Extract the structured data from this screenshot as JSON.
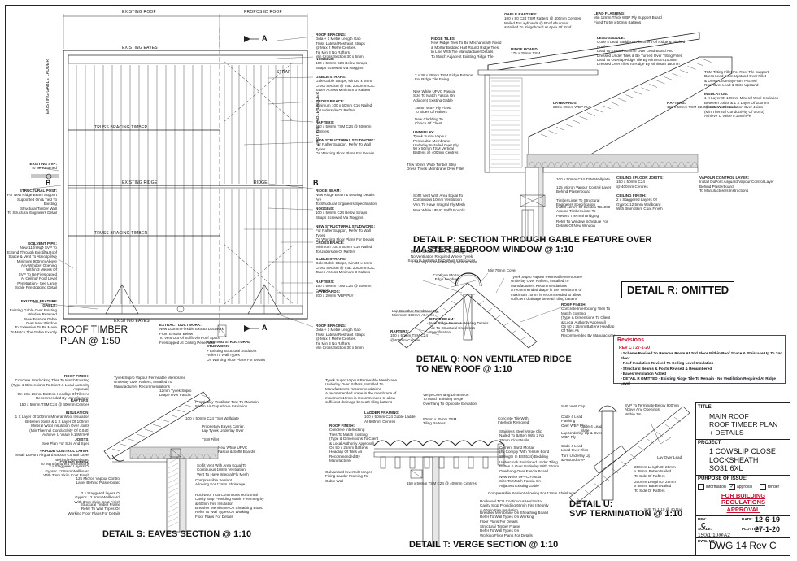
{
  "plan": {
    "existing_roof": "EXISTING ROOF",
    "proposed_roof": "PROPOSED ROOF",
    "existing_eaves_top": "EXISTING EAVES",
    "existing_eaves_bottom": "EXISTING EAVES",
    "existing_gable_ladder": "EXISTING GABLE LADDER",
    "existing_trusses": "EXISTING TRUSS",
    "truss_bracing_top": "TRUSS BRACING TIMBER",
    "truss_bracing_bottom": "TRUSS BRACING TIMBER",
    "existing_ridge": "EXISTING RIDGE",
    "ridge": "RIDGE",
    "strap": "STRAP",
    "section_a": "A",
    "section_b": "B",
    "title": "ROOF TIMBER\nPLAN @ 1:50"
  },
  "plan_notes_left": [
    {
      "label": "EXISTING SVP:",
      "text": "To Be Retained"
    },
    {
      "label": "STRUCTURAL POST:",
      "text": "For New Ridge Beam Support\nSupported On & Tied To Existing\nStructural Timber Wall\nTo Structural Engineers Detail"
    },
    {
      "label": "SOILVENT PIPE:",
      "text": "New 110mmØ SVP To\nExtend Through Existing Roof\nSpace & Vent To Atmosphere\nMinimum 900mm Above\nAny Window Opening\nWithin 3 Meters Of\nSVP To Be Fireslopped\nAt Ceiling/ Roof Level\nPenetration - See Large\nScale Firestopping Detail"
    },
    {
      "label": "EXISTING FEATURE GABLE:",
      "text": "Existing Gable Over Existing\nWindow Retained\nNew Feature Gable\nOver New Window\nTo Extension To Be Made\nTo Match The Gable Exactly"
    }
  ],
  "plan_notes_right": [
    {
      "label": "ROOF BRACING:",
      "text": "Dida + 1 Metre Length Gab\nTruss Lateral Restraint Straps\n@ Max 2 Metre Centres.\nTie Min 3 No Rafters\nMin Cross Section 30 x 5mm"
    },
    {
      "label": "NOGGINS:",
      "text": "100 x 50mm C24 Below Straps\nStraps Screwed Via Noggins"
    },
    {
      "label": "GABLE STRAPS:",
      "text": "Gale Gable Straps, Min 30 x 5mm\nCross Section @ max 2000mm C/C\nTaken Across Minimum 3 Rafters"
    },
    {
      "label": "CROSS BRACE:",
      "text": "Minimum 100 x 50mm C16 Nailed\nTo Underside Of Rafters"
    },
    {
      "label": "RAFTERS:",
      "text": "150 x 50mm TSM C24 @ 400mm Centres"
    },
    {
      "label": "NEW STRUCTURAL STUDWORK:",
      "text": "For Rafter Support, Refer To Wall Types\nOn Working Floor Plans For Details"
    },
    {
      "label": "RIDGE BEAM:",
      "text": "New Ridge Beam & Bearing Details Are\nTo Structural Engineers Specification"
    },
    {
      "label": "NOGGINS:",
      "text": "100 x 50mm C24 Below Straps\nStraps Screwed Via Noggins"
    },
    {
      "label": "NEW STRUCTURAL STUDWORK:",
      "text": "For Rafter Support, Refer To Wall Types\nOn Working Floor Plans For Details"
    },
    {
      "label": "CROSS BRACE:",
      "text": "Minimum 100 x 50mm C16 Nailed\nTo Underside Of Rafters"
    },
    {
      "label": "GABLE STRAPS:",
      "text": "Gale Gable Straps, Min 30 x 5mm\nCross Section @ max 2000mm C/C\nTaken Across Minimum 3 Rafters"
    },
    {
      "label": "RAFTERS:",
      "text": "150 x 50mm TSM C24 @ 400mm Centres"
    },
    {
      "label": "LAYBOARDS:",
      "text": "200 x 20mm WBP PLY"
    },
    {
      "label": "ROOF BRACING:",
      "text": "Dida + 1 Metre Length Gab\nTruss Lateral Restraint Straps\n@ Max 2 Metre Centres.\nTie Min 3 No Rafters\nMin Cross Section 30 x 5mm"
    }
  ],
  "plan_notes_bottom": [
    {
      "label": "EXTRACT DUCTWORK:",
      "text": "New 100mm Flexible Extract Ductwork\nFrom Ensuite Below\nTo Vent Out Of Soffit Via Roof Space\nFirestopped At Ceiling Penetration"
    },
    {
      "label": "EXISTING STRUCTURAL STUDWORK:",
      "text": "+ Existing Structural Studwork\nRefer To Wall Types\nOn Working Floor Plans For Details"
    }
  ],
  "detail_p": {
    "title": "DETAIL P: SECTION THROUGH GABLE FEATURE OVER\nMASTER BEDROOM WINDOW @ 1:10",
    "notes": [
      {
        "label": "GABLE RAFTERS:",
        "text": "100 x 50 C24 TSM Rafters @ 400mm Centres\nNailed To Layboards @ Roof Abutment\n& Nailed To Ridgeboard At Apex Of Roof"
      },
      {
        "label": "RIDGE TILES:",
        "text": "New Ridge Tiles To Be Mechanically Fixed\n& Mortar Bedded Half Round Ridge Tiles\nIn Line With Tile Manufacturer Details\nTo Match Adjacent Existing Ridge Tile"
      },
      {
        "label": "RIDGE BOARD:",
        "text": "175 x 25mm TSM"
      },
      {
        "text": "2 x 38 x 25mm TSM Ridge Battens\nFor Ridge Tile Fixing"
      },
      {
        "text": "New White UPVC Fascia\nSize To Match Fascia On\nAdjacent Existing Gable"
      },
      {
        "text": "18mm WBP Ply Fixed\nTo Sides Of Rafters"
      },
      {
        "text": "New Cladding To\nChoice Of Client"
      },
      {
        "label": "UNDERLAY:",
        "text": "Tyvek Supro Vapour\nPermeable Membrane\nUnderlay Installed Over Ply"
      },
      {
        "text": "50 x 50mm TSM Vertical\nBattens @ 400mm Centres"
      },
      {
        "text": "TSw 50mm Wide Timber Strip\nDress Tyvek Membrane Over Fillet"
      },
      {
        "text": "Soffit Vent With Area Equal To\nContinuous 10mm Ventilation\nVent To Have Integral Fly Mesh"
      },
      {
        "text": "New White UPVC Soffit Boards"
      },
      {
        "label": "LEAD FLASHING:",
        "text": "Min 12mm Thick WBP Ply Support Board\nFixed To 50 x 50mm Battens"
      },
      {
        "label": "LEAD SADDLE:",
        "text": "Code 4 Lead Saddle At Abutment Of Ridge & Pitched Roof\nLead To Extend 300mm Over Lead Board And\nDressed Under Tiles & Be Turned Over Tilting Fillet\nLead To Overlap Ridge Tile By Minimum 100mm\nDressed Over Tiles To Ridge By Minimum 150mm"
      },
      {
        "text": "TSM Tilting Fillet For Roof Tile Support\nDress Lead From Upstand Over Fillet\n& Dress Underlay From Pitched\nRoof Over Lead & Onto Upstand"
      },
      {
        "label": "INSULATION:",
        "text": "1 X Layer Of 100mm Mineral Wool Insulation\nBetween Joists & 1 X Layer Of 100mm\nMineral Wool Insulation Over Joists\n(Min Thermal Conductivity Of 0.040)\nAchieve U Value 0.16W/m²K"
      },
      {
        "label": "LAYBOARDS:",
        "text": "200 x 20mm WBP PLY"
      },
      {
        "label": "RAFTERS:",
        "text": "150 x 50mm TSM C24 @400mm Centres"
      },
      {
        "text": "100 x 50mm C24 TSM Wallplate"
      },
      {
        "text": "125 Micron Vapour Control Layer\nBehind Plasterboard"
      },
      {
        "text": "Timber Lintel To Structural\nEngineers Specification"
      },
      {
        "text": "Install 12mm Of Celotex TB4000\nAround Timber Lintel To\nPrevent Thermal Bridging"
      },
      {
        "text": "Refer To Window Schedule For\nDetails Of New Window"
      },
      {
        "label": "CEILING / FLOOR JOISTS:",
        "text": "150 x 50mm C24\n@ 400mm Centres"
      },
      {
        "label": "CEILING FINISH:",
        "text": "2 x Staggered Layers Of\nGyproc 12.5mm Wallboard\nWith 3mm Skim Coat Finish"
      },
      {
        "label": "VAPOUR CONTROL LAYER:",
        "text": "Install DuPont Airguard Vapour Control Layer\nBehind Plasterboard\nTo Manufacturers Instructions"
      }
    ]
  },
  "detail_q": {
    "title": "DETAIL Q: NON VENTILATED RIDGE\nTO NEW ROOF @ 1:10",
    "notes": [
      {
        "label": "RIDGE TILE:",
        "text": "Mortar Bedded Half Round Ridge Tile\nNo Ventilation Required Where Tyvek\nSupro Is Installed To DuPont Instructions"
      },
      {
        "text": "Tile Slip In Solid Bedding At Butt Joint"
      },
      {
        "text": "Min 75mm Cover"
      },
      {
        "text": "Continue Mortar\nEdge Bedding"
      },
      {
        "text": "Lap Breather Membrane By\nMinimum 150mm At Apex"
      },
      {
        "text": "Tyvek Supro Vapour Permeable Membrane\nUnderlay Over Rafters, Installed To\nManufacturers Recommendations\nA recommended drape in the membrane of\nmaximum 10mm is recommended to allow\nsufficient drainage beneath tiling battens"
      },
      {
        "label": "ROOF FINISH:",
        "text": "Concrete Interlocking Tiles To\nMatch Existing\n(Type & Dimensions To Client\n& Local Authority Approval)\nOn 50 x 25mm Battens Headlap\nOf Tiles As\nRecommended By Manufacturer"
      },
      {
        "label": "RIDGE BEAM:",
        "text": "New Ridge Beam & Bearing Details\nAre To Structural Engineers\nSpecification"
      },
      {
        "label": "RAFTERS:",
        "text": "150 x 50mm TSM C24\n@400mm Centres"
      }
    ]
  },
  "detail_r": {
    "title": "DETAIL R: OMITTED"
  },
  "revisions": {
    "heading": "Revisions",
    "rev": "REV C / 27-1-20",
    "items": [
      "Scheme Revised To Remove Room At 2nd Floor Within Roof Space & Staircase Up To 2nd Floor",
      "Roof Insulation Revised To Ceiling Level Insulation",
      "Structural Beams & Posts Revised & Renumbered",
      "Eaves Ventilation Added",
      "DETAIL R OMITTED - Existing Ridge Tile To Remain - No Ventilation Required At Ridge Level"
    ]
  },
  "detail_s": {
    "title": "DETAIL S: EAVES SECTION @ 1:10",
    "notes": [
      {
        "label": "ROOF FINISH:",
        "text": "Concrete Interlocking Tiles To Match Existing\n(Type & Dimensions To Client & Local Authority Approval)\nOn 50 x 25mm Battens Headlap Of Tiles As\nRecommended By Manufacturer"
      },
      {
        "label": "RAFTERS:",
        "text": "150 x 50mm TSM C24 @ 400mm Centres"
      },
      {
        "label": "INSULATION:",
        "text": "1 X Layer Of 100mm Mineral Wool Insulation\nBetween Joists & 1 X Layer Of 100mm\nMineral Wool Insulation Over Joists\n(Min Thermal Conductivity Of 0.040)\nAchieve U Value 0.16W/m²K"
      },
      {
        "label": "JOISTS:",
        "text": "See Plan For Size And Spec"
      },
      {
        "label": "VAPOUR CONTROL LAYER:",
        "text": "Install DuPont Airguard Vapour Control Layer\nBehind Plasterboard\nTo Manufacturers Instructions"
      },
      {
        "label": "CEILING FINISH:",
        "text": "2 x Staggered Layers Of\nGyproc 12.5mm Wallboard\nWith 3mm Skim Coat Finish"
      },
      {
        "text": "Tyvek Supro Vapour Permeable Membrane\nUnderlay Over Rafters, Installed To\nManufacturers Recommendations"
      },
      {
        "text": "12mm Tyvek Supro\nDrape Over Fascia"
      },
      {
        "text": "Proprietary Ventilator Tray To Maintain\n50mm Air Gap Above Insulation"
      },
      {
        "text": "100 x 50mm C24 TSM Wallplate"
      },
      {
        "text": "Proprietary Eaves Carrier,\nLap Tyvek Underlay Over"
      },
      {
        "text": "TSW Fillet"
      },
      {
        "text": "New White UPVC\nFascia & Soffit Boards"
      },
      {
        "text": "Soffit Vent With Area Equal To\nContinuous 10mm Ventilation\nVent To Have Integral Fly Mesh"
      },
      {
        "text": "125 Micron Vapour Control\nLayer Behind Plasterboard"
      },
      {
        "text": "Compressible Sealant\nAllowing For 12mm Shrinkage"
      },
      {
        "text": "2 x Staggered layers Of\nGyproc 12.5mm Wallboard,\nWith 3mm Skim Coat Finish"
      },
      {
        "text": "Rockwool TCB Continuous Horizontal\nCavity Stop Providing 60min Fire Integrity\n& 60min Fire Insulation"
      },
      {
        "text": "Breather Membrane On Sheathing Board\nRefer To Wall Types On Working\nFloor Plans For Details"
      },
      {
        "text": "Structural Timber Frame\nRefer To Wall Types On\nWorking Floor Plans For Details"
      }
    ]
  },
  "detail_t": {
    "title": "DETAIL T: VERGE SECTION @ 1:10",
    "notes": [
      {
        "text": "Tyvek Supro Vapour Permeable Membrane\nUnderlay Over Rafters, Installed To\nManufacturers Recommendations\nA recommended drape in the membrane of\nmaximum 10mm is recommended to allow\nsufficient drainage beneath tiling battens"
      },
      {
        "text": "Verge Overhang Dimension\nTo Match Existing Verge\nOverhang To Opposite Elevation"
      },
      {
        "label": "LADDER FRAMING:",
        "text": "100 x 50mm C24 Gable Ladder\nAt 600mm Centres"
      },
      {
        "text": "50mm x 25mm TSM\nTiling Battens"
      },
      {
        "label": "ROOF FINISH:",
        "text": "Concrete Interlocking\nTiles To Match Existing\n(Type & Dimensions To Client\n& Local Authority Approval)\nOn 50 x 25mm Battens\nHeadlap Of Tiles As\nRecommended By\nManufacturer"
      },
      {
        "text": "Galvanised Inverted Hanger\nFixing Ladder Framing To\nGable Wall"
      },
      {
        "text": "150 x 50mm TSM C24 @ 400mm Centres"
      },
      {
        "text": "Concrete Tile With\nInterlock Removed"
      },
      {
        "text": "Stainless Steel Verge Clip\nNailed To Batten With 2 No\n25mm Clout Nails"
      },
      {
        "text": "Cement Sand Mortar\n(To Comply With Tensile Bond\nStrength In BS5534) Bedding"
      },
      {
        "text": "Undercloak Positioned Under Tiling\nBatten & Over Underlay With 20mm\nOverhang Over Fascia Board"
      },
      {
        "text": "New White UPVC Fascia\nSize To Match Fascia On\nAdjacent Existing Gable"
      },
      {
        "text": "Compressible Sealant Allowing For 12mm Shrinkage"
      },
      {
        "text": "Rockwool TCB Continuous Horizontal\nCavity Stop Providing 60min Fire Integrity\n& 60min Fire Insulation"
      },
      {
        "text": "Breather Membrane On Sheathing Board\nRefer To Wall Types On Working\nFloor Plans For Details"
      },
      {
        "text": "Structural Timber Frame\nRefer To Wall Types On\nWorking Floor Plans For Details"
      }
    ]
  },
  "detail_u": {
    "title": "DETAIL U:\nSVP TERMINATION @ 1:10",
    "notes": [
      {
        "text": "SVP Vent Cap"
      },
      {
        "text": "Code 4 Lead\nFlashing\nOver WBP Ply"
      },
      {
        "text": "Code 4 Lead\nSlate"
      },
      {
        "text": "Lap Underlay Up & Over\nWBP Ply"
      },
      {
        "text": "Code 4 Lead\nLined Over Tiles"
      },
      {
        "text": "Turn Underlay Up\n& Around SVP"
      },
      {
        "text": "SVP To Terminate Below 900mm\nAbove Any Openings\nWithin 3m"
      },
      {
        "text": "Lay Over Lead"
      },
      {
        "text": "250mm Length Of 25mm\nx 38mm Batten Nailed\nTo Side Of Rafters"
      },
      {
        "text": "250mm Length Of 25mm\nx 38mm Batten Nailed\nTo Side Of Rafters"
      },
      {
        "text": "SVP To 1:10 @ 40 Nail"
      }
    ]
  },
  "title_block": {
    "title_label": "TITLE:",
    "title": "MAIN ROOF\nROOF TIMBER PLAN\n+ DETAILS",
    "project_label": "PROJECT:",
    "project": "1 COWSLIP CLOSE\nLOCKSHEATH\nSO31 6XL",
    "purpose_label": "PURPOSE OF ISSUE:",
    "purpose_options": [
      "information",
      "approval",
      "tender"
    ],
    "purpose_checked": "approval",
    "stamp": "FOR BUILDING\nREGULATIONS\nAPPROVAL",
    "rev_label": "REV:",
    "rev": "C",
    "date_label": "DATE:",
    "date": "12-6-19",
    "scale_label": "SCALE:",
    "scale": "150/1:10@A2",
    "plotted_label": "PLOTTED:",
    "plotted": "27-1-20",
    "dwg_label": "DWG. NO.",
    "dwg": "DWG 14 Rev C"
  },
  "colors": {
    "line": "#222222",
    "red": "#c8102e",
    "insulation": "#d8d8d8"
  }
}
